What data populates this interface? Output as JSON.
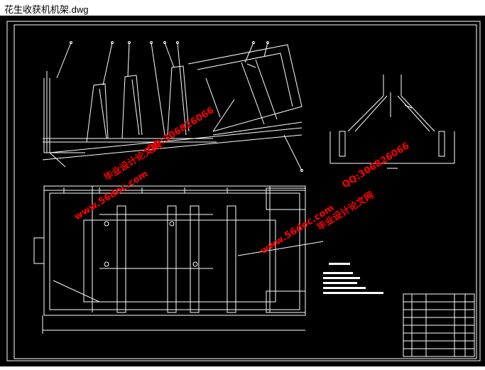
{
  "window": {
    "title": "花生收获机机架.dwg"
  },
  "watermarks": {
    "site": "www.56doc.com",
    "brand": "毕业设计论文网",
    "qq": "QQ:306826066"
  },
  "colors": {
    "background": "#000000",
    "lines": "#ffffff",
    "watermark": "#ff0000"
  }
}
